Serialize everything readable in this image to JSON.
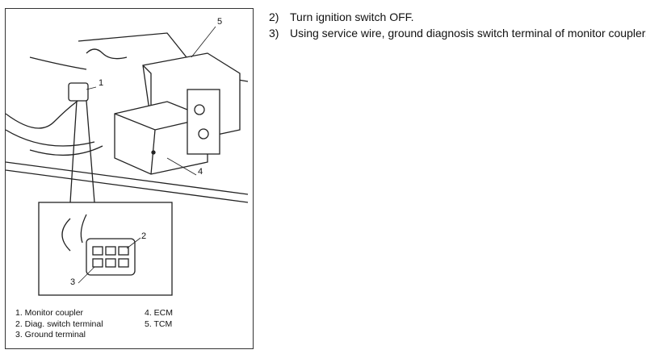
{
  "figure": {
    "callouts": [
      "1",
      "2",
      "3",
      "4",
      "5"
    ],
    "legend": [
      "1. Monitor coupler",
      "2. Diag. switch terminal",
      "3. Ground terminal",
      "4. ECM",
      "5. TCM"
    ]
  },
  "steps": [
    {
      "num": "2)",
      "text": "Turn ignition switch OFF."
    },
    {
      "num": "3)",
      "text": "Using service wire, ground diagnosis switch terminal of monitor coupler."
    }
  ]
}
